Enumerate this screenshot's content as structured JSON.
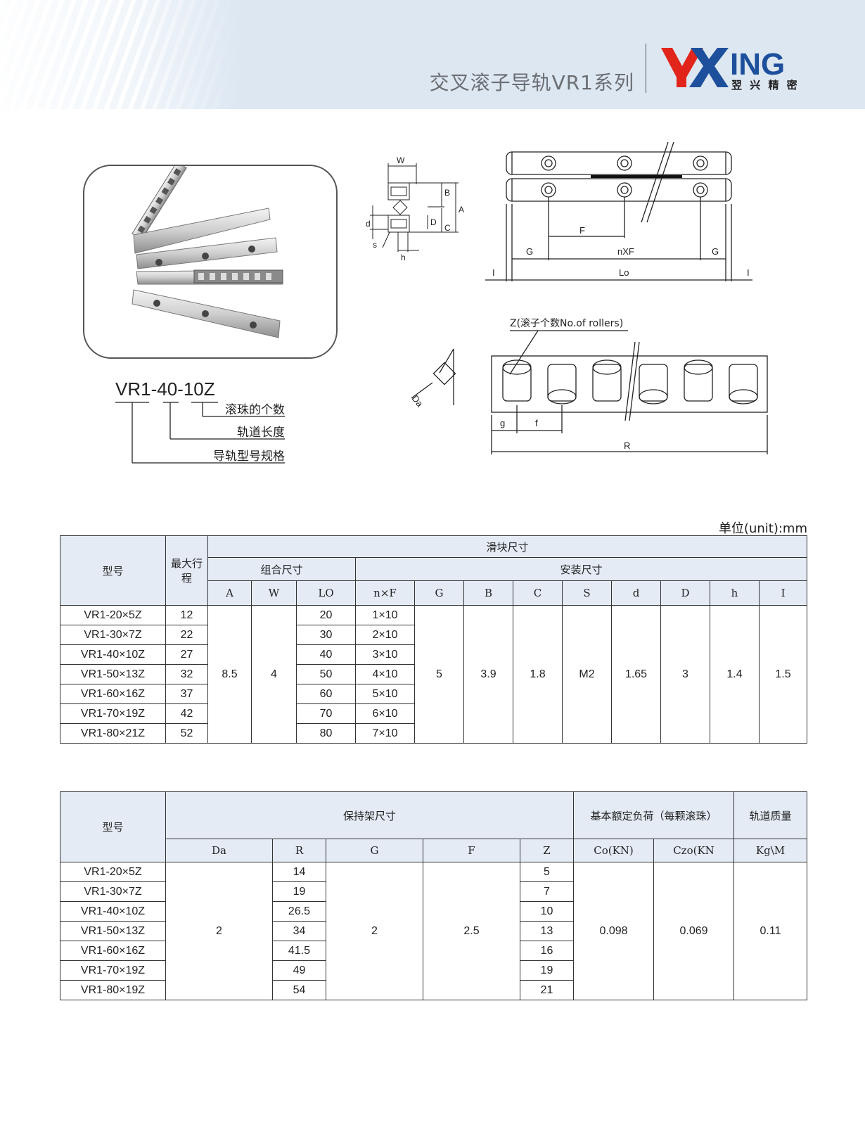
{
  "header": {
    "title": "交叉滚子导轨VR1系列",
    "logo_text": "YXING",
    "logo_sub": "翌 兴 精 密",
    "brand_red": "#e1251b",
    "brand_blue": "#1d4f9c"
  },
  "code_diagram": {
    "code": "VR1-40-10Z",
    "label_rollers": "滚珠的个数",
    "label_length": "轨道长度",
    "label_model": "导轨型号规格"
  },
  "cross_section": {
    "w": "W",
    "b": "B",
    "a": "A",
    "d": "d",
    "D": "D",
    "c": "C",
    "s": "s",
    "h": "h"
  },
  "rail_drawing": {
    "f": "F",
    "g_left": "G",
    "nxf": "nXF",
    "g_right": "G",
    "i_left": "I",
    "lo": "Lo",
    "i_right": "I"
  },
  "cage_drawing": {
    "z_label": "Z(滚子个数No.of rollers)",
    "da": "Da",
    "g": "g",
    "f": "f",
    "r": "R"
  },
  "unit_label": "单位(unit):mm",
  "table1": {
    "h_model": "型号",
    "h_stroke": "最大行程",
    "h_slider": "滑块尺寸",
    "h_combo": "组合尺寸",
    "h_install": "安装尺寸",
    "cols": [
      "A",
      "W",
      "LO",
      "n×F",
      "G",
      "B",
      "C",
      "S",
      "d",
      "D",
      "h",
      "I"
    ],
    "rows": [
      {
        "model": "VR1-20×5Z",
        "stroke": "12",
        "lo": "20",
        "nxf": "1×10"
      },
      {
        "model": "VR1-30×7Z",
        "stroke": "22",
        "lo": "30",
        "nxf": "2×10"
      },
      {
        "model": "VR1-40×10Z",
        "stroke": "27",
        "lo": "40",
        "nxf": "3×10"
      },
      {
        "model": "VR1-50×13Z",
        "stroke": "32",
        "lo": "50",
        "nxf": "4×10"
      },
      {
        "model": "VR1-60×16Z",
        "stroke": "37",
        "lo": "60",
        "nxf": "5×10"
      },
      {
        "model": "VR1-70×19Z",
        "stroke": "42",
        "lo": "70",
        "nxf": "6×10"
      },
      {
        "model": "VR1-80×21Z",
        "stroke": "52",
        "lo": "80",
        "nxf": "7×10"
      }
    ],
    "shared": {
      "A": "8.5",
      "W": "4",
      "G": "5",
      "B": "3.9",
      "C": "1.8",
      "S": "M2",
      "d": "1.65",
      "D": "3",
      "h": "1.4",
      "I": "1.5"
    }
  },
  "table2": {
    "h_model": "型号",
    "h_cage": "保持架尺寸",
    "h_load": "基本额定负荷（每颗滚珠）",
    "h_mass": "轨道质量",
    "cols": [
      "Da",
      "R",
      "G",
      "F",
      "Z",
      "Co(KN)",
      "Czo(KN",
      "Kg\\M"
    ],
    "rows": [
      {
        "model": "VR1-20×5Z",
        "r": "14",
        "z": "5"
      },
      {
        "model": "VR1-30×7Z",
        "r": "19",
        "z": "7"
      },
      {
        "model": "VR1-40×10Z",
        "r": "26.5",
        "z": "10"
      },
      {
        "model": "VR1-50×13Z",
        "r": "34",
        "z": "13"
      },
      {
        "model": "VR1-60×16Z",
        "r": "41.5",
        "z": "16"
      },
      {
        "model": "VR1-70×19Z",
        "r": "49",
        "z": "19"
      },
      {
        "model": "VR1-80×19Z",
        "r": "54",
        "z": "21"
      }
    ],
    "shared": {
      "Da": "2",
      "G": "2",
      "F": "2.5",
      "Co": "0.098",
      "Czo": "0.069",
      "mass": "0.11"
    }
  }
}
